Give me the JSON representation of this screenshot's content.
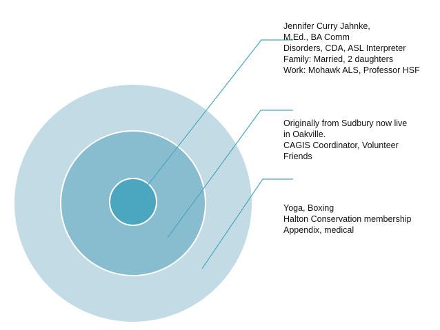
{
  "colors": {
    "outer_ring": "#c2dbe4",
    "middle_ring": "#88bccf",
    "inner_circle": "#4ba6bf",
    "connector_line": "#4ba6bf",
    "text": "#111111"
  },
  "callouts": [
    {
      "lines": [
        "Jennifer Curry Jahnke,",
        "M.Ed., BA Comm",
        "Disorders, CDA, ASL Interpreter",
        "Family: Married, 2 daughters",
        "Work: Mohawk ALS, Professor HSF"
      ]
    },
    {
      "lines": [
        "Originally from Sudbury now live",
        "in Oakville.",
        "CAGIS Coordinator, Volunteer",
        "Friends"
      ]
    },
    {
      "lines": [
        "Yoga, Boxing",
        "Halton Conservation membership",
        "Appendix, medical"
      ]
    }
  ]
}
